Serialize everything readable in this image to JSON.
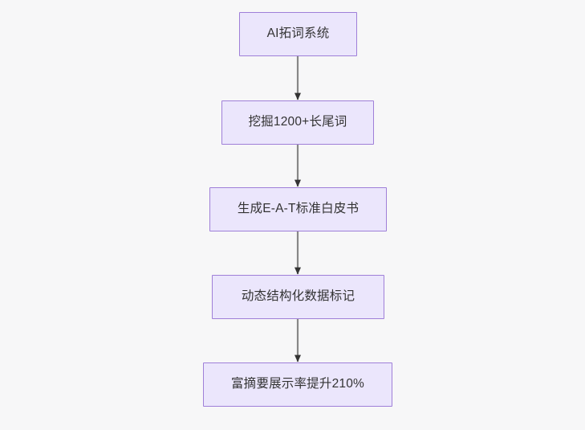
{
  "diagram": {
    "type": "flowchart",
    "direction": "top-to-bottom",
    "background_color": "#f7f7f8",
    "node_fill_color": "#ebe6fc",
    "node_border_color": "#9f7fd8",
    "node_text_color": "#333333",
    "edge_line_color": "#888888",
    "edge_arrow_color": "#333333",
    "nodes": [
      {
        "id": "n0",
        "label": "AI拓词系统"
      },
      {
        "id": "n1",
        "label": "挖掘1200+长尾词"
      },
      {
        "id": "n2",
        "label": "生成E-A-T标准白皮书"
      },
      {
        "id": "n3",
        "label": "动态结构化数据标记"
      },
      {
        "id": "n4",
        "label": "富摘要展示率提升210%"
      }
    ],
    "edges": [
      {
        "from": "n0",
        "to": "n1",
        "label": ""
      },
      {
        "from": "n1",
        "to": "n2",
        "label": ""
      },
      {
        "from": "n2",
        "to": "n3",
        "label": ""
      },
      {
        "from": "n3",
        "to": "n4",
        "label": ""
      }
    ]
  }
}
